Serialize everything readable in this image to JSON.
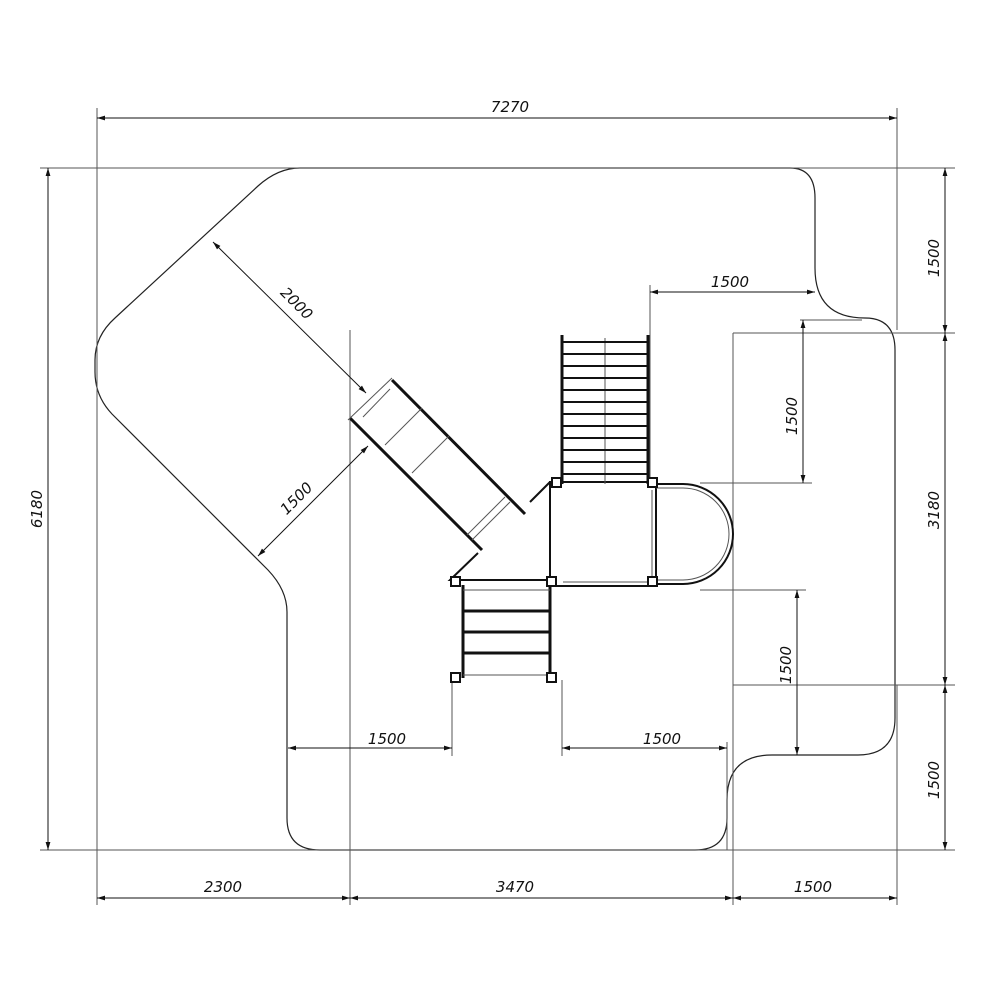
{
  "drawing": {
    "dimensions": {
      "overall_width": "7270",
      "overall_height": "6180",
      "right_top": "1500",
      "right_middle": "3180",
      "right_bottom": "1500",
      "bottom_left": "2300",
      "bottom_middle": "3470",
      "bottom_right": "1500",
      "slide_zone_length": "2000",
      "slide_zone_width": "1500",
      "ladder_clearance_right": "1500",
      "ladder_clearance_top_side": "1500",
      "platform_clearance_right": "1500",
      "stair_clearance_left": "1500",
      "stair_clearance_right": "1500"
    }
  }
}
